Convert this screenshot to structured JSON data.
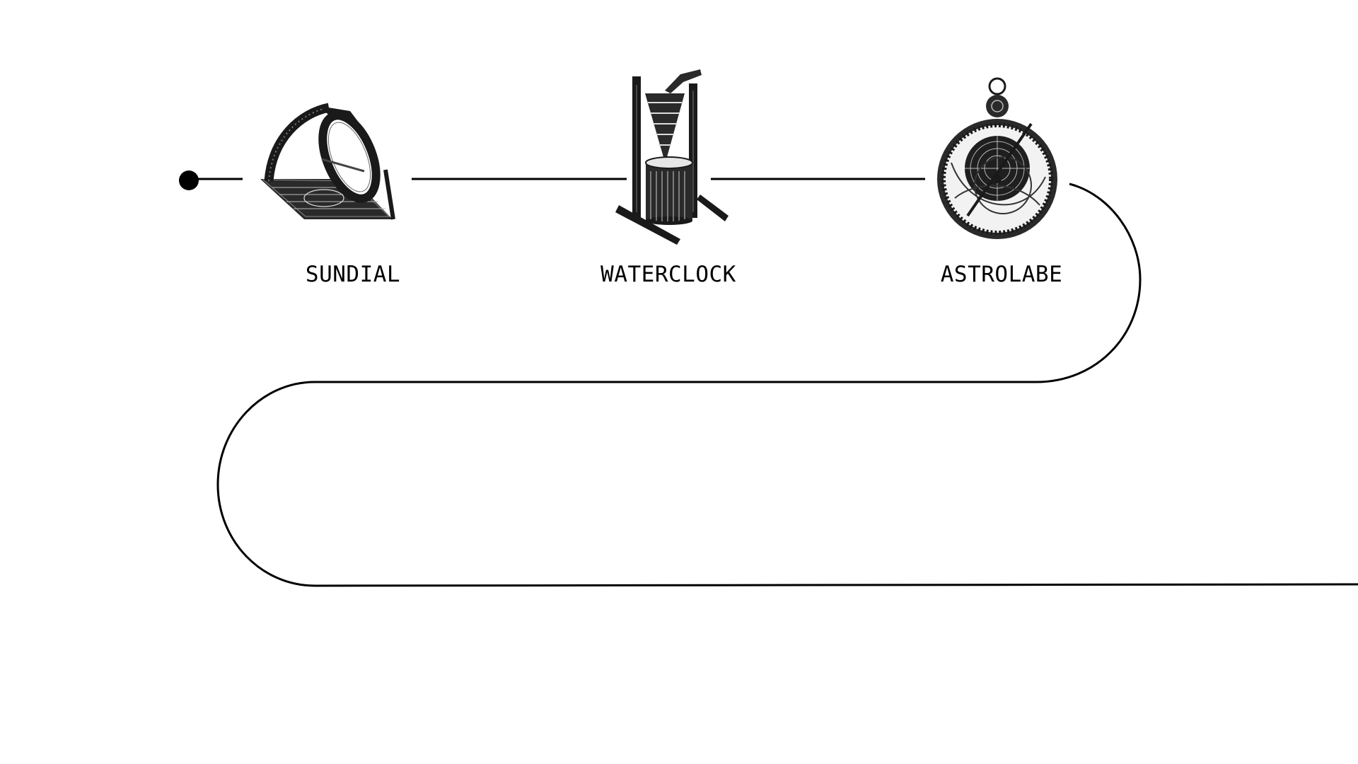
{
  "colors": {
    "background": "#ffffff",
    "line": "#000000"
  },
  "milestones": [
    {
      "label": "SUNDIAL",
      "icon": "sundial-icon"
    },
    {
      "label": "WATERCLOCK",
      "icon": "waterclock-icon"
    },
    {
      "label": "ASTROLABE",
      "icon": "astrolabe-icon"
    }
  ]
}
